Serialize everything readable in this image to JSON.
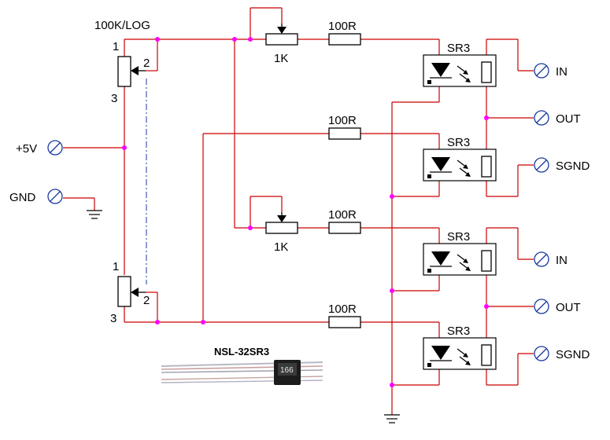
{
  "labels": {
    "pot_main": "100K/LOG",
    "pot_pin1": "1",
    "pot_pin2": "2",
    "pot_pin3": "3",
    "trim": "1K",
    "resistor": "100R",
    "module": "SR3",
    "supply": "+5V",
    "ground": "GND",
    "in": "IN",
    "out": "OUT",
    "sgnd": "SGND",
    "part_number": "NSL-32SR3",
    "chip_marking": "166"
  },
  "colors": {
    "wire": "#cc0000",
    "junction": "#ff00ff",
    "terminal": "#1a3b9e",
    "component": "#000000"
  }
}
